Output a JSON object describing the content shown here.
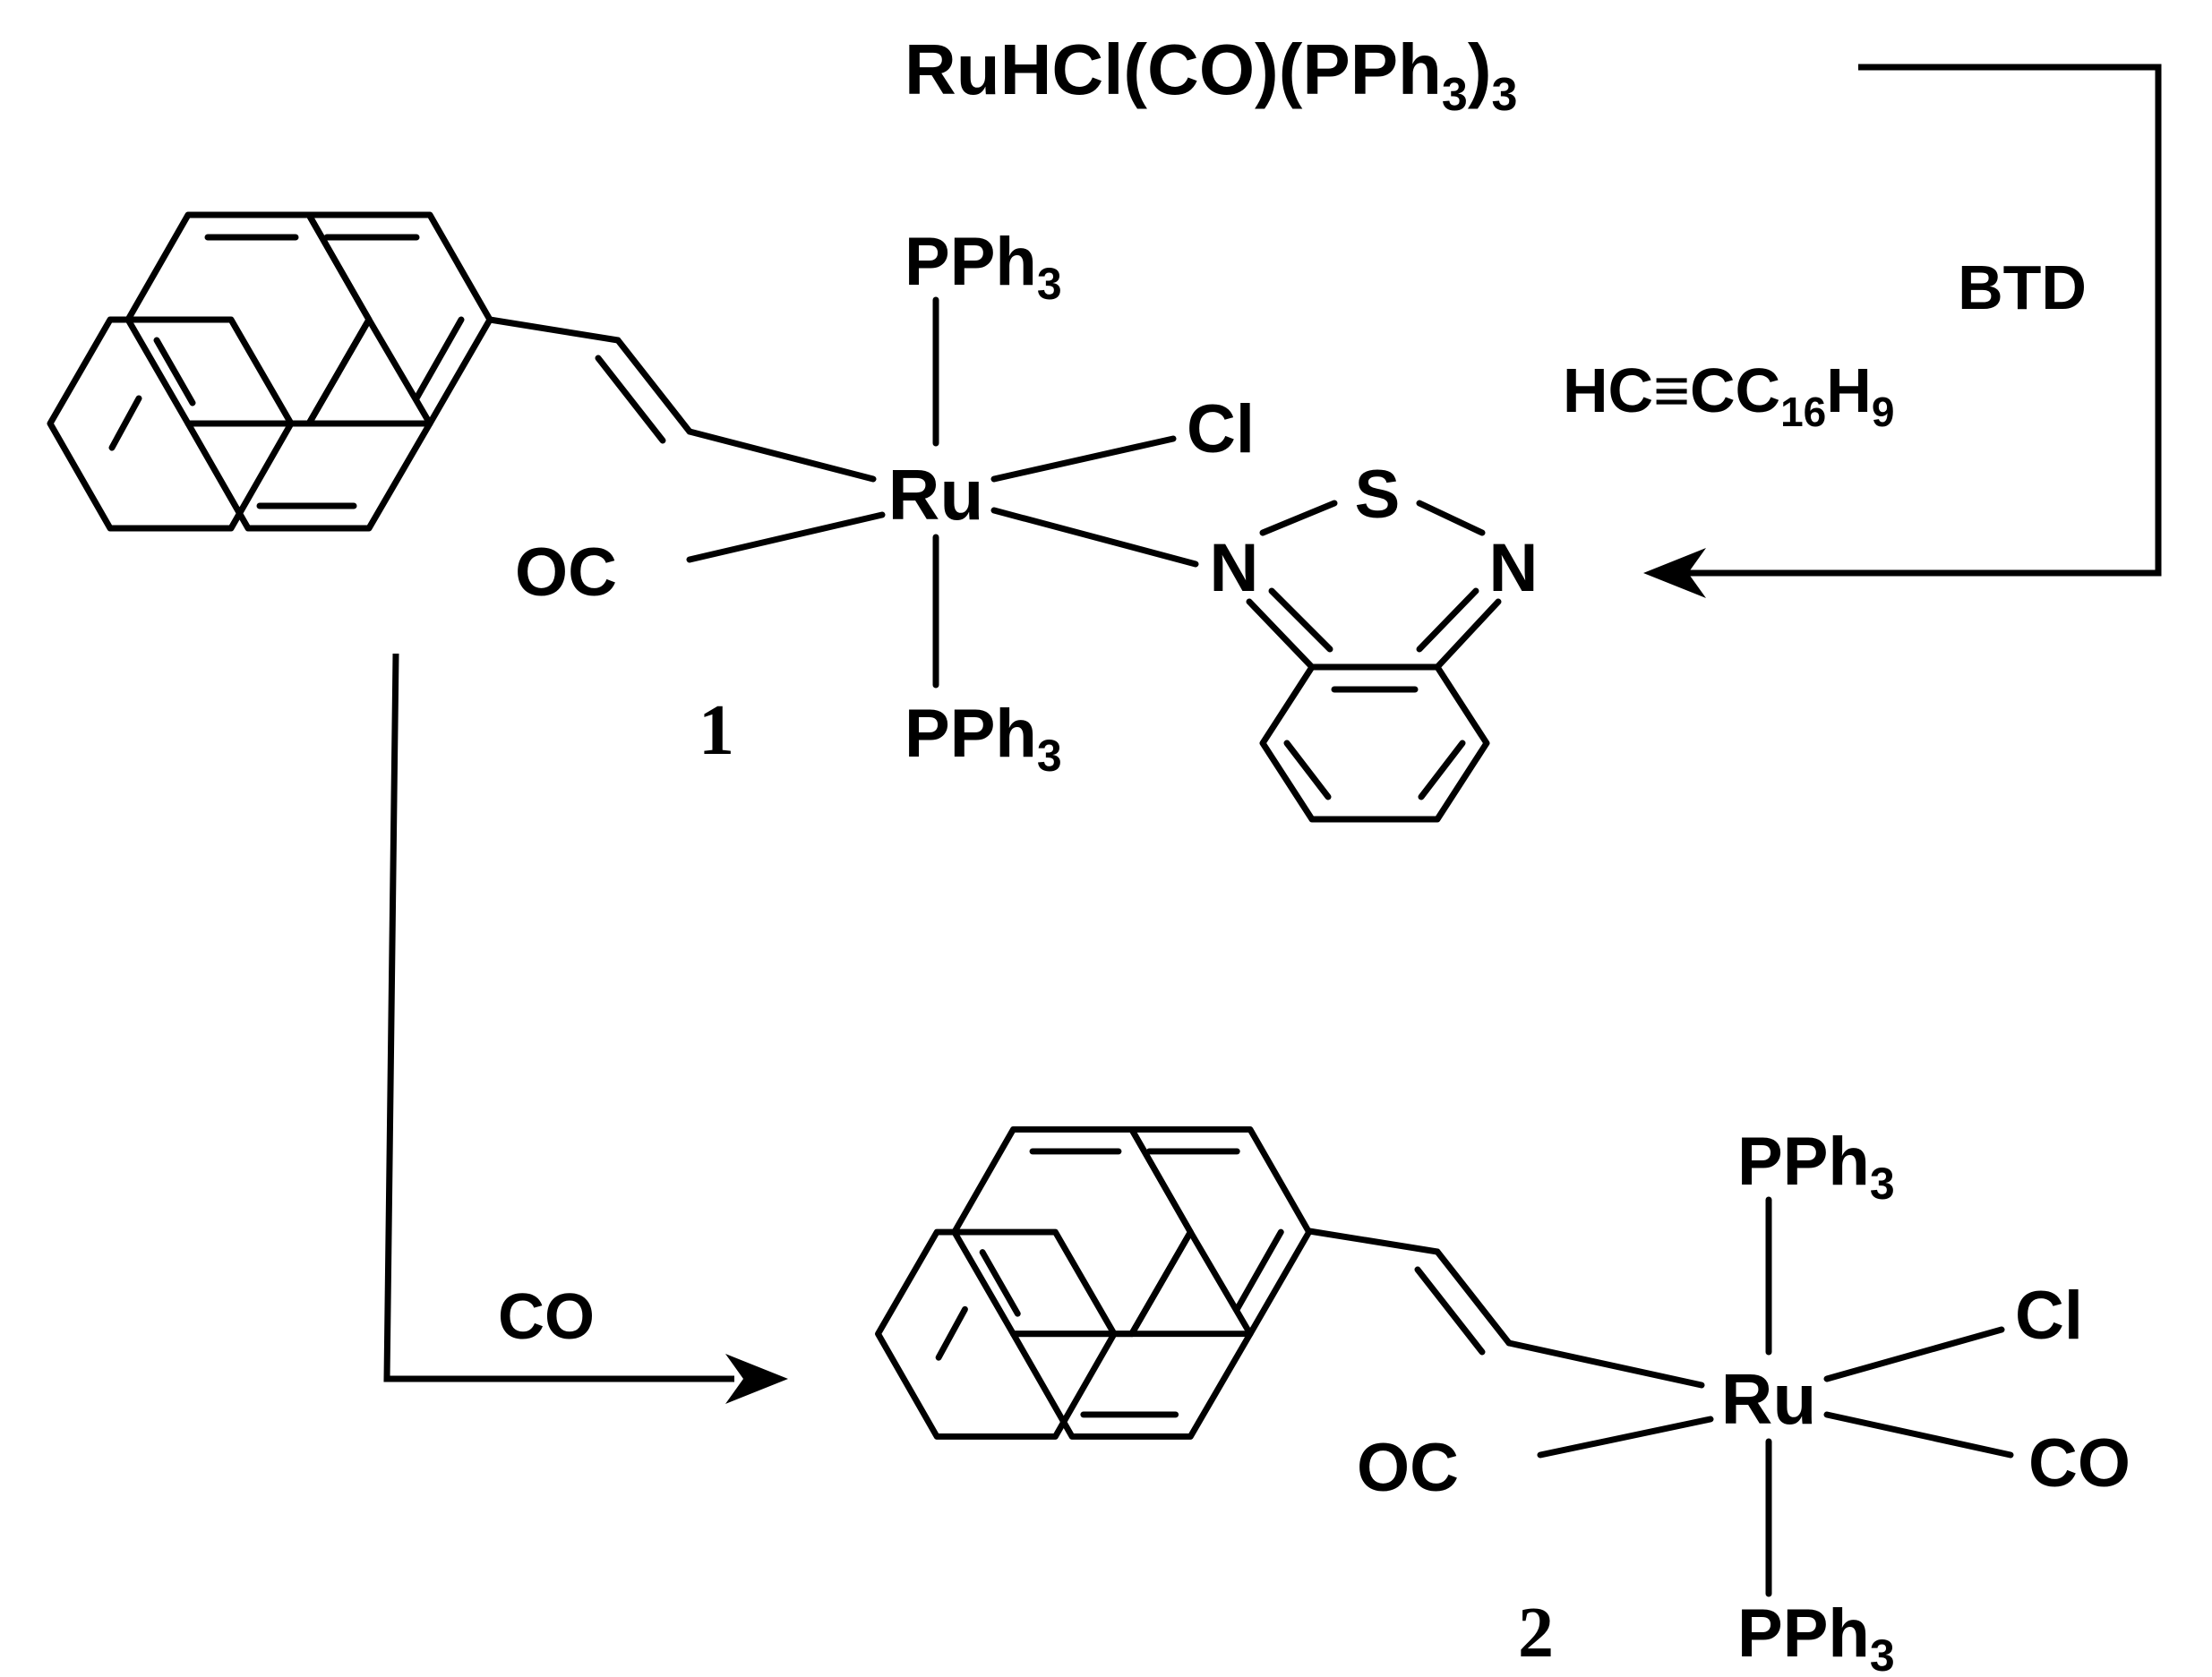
{
  "reagent": {
    "formula": "RuHCl(CO)(PPh",
    "sub1": "3",
    "close": ")",
    "sub2": "3"
  },
  "conditions_step1": {
    "btd": "BTD",
    "alkyne_prefix": "HC",
    "alkyne_triple": "≡",
    "alkyne_main": "CC",
    "alkyne_sub1": "16",
    "alkyne_h": "H",
    "alkyne_sub2": "9"
  },
  "conditions_step2": {
    "gas": "CO"
  },
  "compound1": {
    "number": "1",
    "metal": "Ru",
    "ligand_top": "PPh",
    "ligand_top_sub": "3",
    "ligand_bottom": "PPh",
    "ligand_bottom_sub": "3",
    "ligand_cl": "Cl",
    "ligand_oc": "OC",
    "btd_s": "S",
    "btd_n1": "N",
    "btd_n2": "N"
  },
  "compound2": {
    "number": "2",
    "metal": "Ru",
    "ligand_top": "PPh",
    "ligand_top_sub": "3",
    "ligand_bottom": "PPh",
    "ligand_bottom_sub": "3",
    "ligand_cl": "Cl",
    "ligand_oc": "OC",
    "ligand_co": "CO"
  },
  "colors": {
    "ink": "#000000",
    "background": "#ffffff"
  }
}
